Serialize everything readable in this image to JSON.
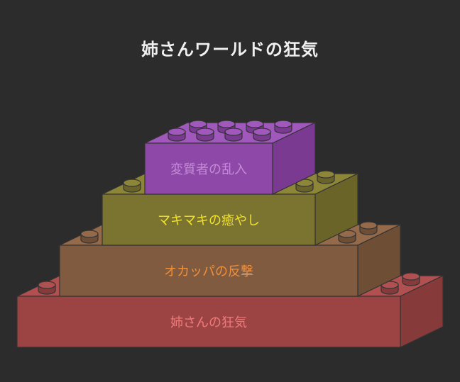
{
  "title": "姉さんワールドの狂気",
  "edge_color": "#333333",
  "blocks": [
    {
      "label": "変質者の乱入",
      "front": "#8e48a8",
      "top": "#a058bc",
      "side": "#7a3a92",
      "label_color": "#c58bd8",
      "studs": 8
    },
    {
      "label": "マキマキの癒やし",
      "front": "#7b7430",
      "top": "#8d8638",
      "side": "#6a6428",
      "label_color": "#f2e22c",
      "studs": 4
    },
    {
      "label": "オカッパの反撃",
      "front": "#815b3f",
      "top": "#946a4a",
      "side": "#6f4e36",
      "label_color": "#f08f3c",
      "studs": 4
    },
    {
      "label": "姉さんの狂気",
      "front": "#9c4444",
      "top": "#b05050",
      "side": "#873a3a",
      "label_color": "#f07a7a",
      "studs": 4
    }
  ]
}
